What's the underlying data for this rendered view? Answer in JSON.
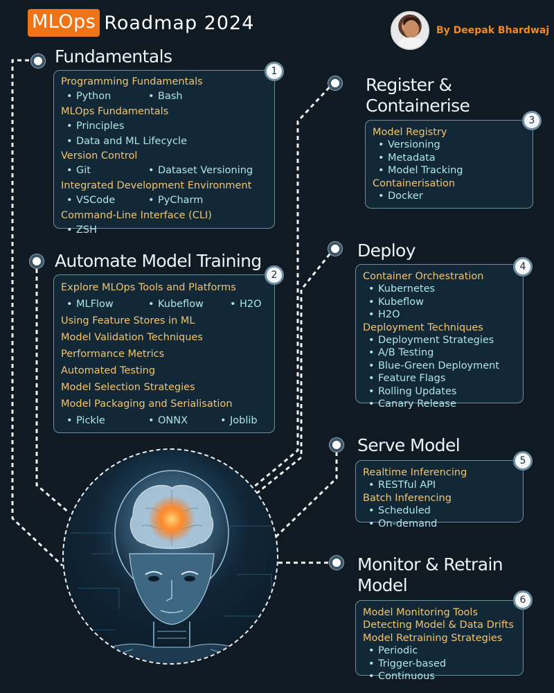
{
  "header": {
    "badge": "MLOps",
    "title_rest": "Roadmap 2024",
    "author": "By Deepak Bhardwaj"
  },
  "colors": {
    "background": "#0f1a22",
    "badge": "#ee7417",
    "category_text": "#f1c470",
    "item_text": "#aee4ef",
    "card_border": "#6f8fa0"
  },
  "sections": {
    "fundamentals": {
      "heading": "Fundamentals",
      "number": "1",
      "programming": "Programming Fundamentals",
      "python": "Python",
      "bash": "Bash",
      "mlops": "MLOps Fundamentals",
      "principles": "Principles",
      "lifecycle": "Data and ML Lifecycle",
      "vc": "Version Control",
      "git": "Git",
      "dataset_versioning": "Dataset Versioning",
      "ide": "Integrated Development Environment",
      "vscode": "VSCode",
      "pycharm": "PyCharm",
      "cli": "Command-Line Interface (CLI)",
      "zsh": "ZSH"
    },
    "automate": {
      "heading": "Automate Model Training",
      "number": "2",
      "explore": "Explore MLOps Tools and Platforms",
      "mlflow": "MLFlow",
      "kubeflow": "Kubeflow",
      "h2o": "H2O",
      "feature_stores": "Using Feature Stores in ML",
      "validation": "Model Validation Techniques",
      "metrics": "Performance Metrics",
      "testing": "Automated Testing",
      "selection": "Model Selection Strategies",
      "packaging": "Model Packaging and Serialisation",
      "pickle": "Pickle",
      "onnx": "ONNX",
      "joblib": "Joblib"
    },
    "register": {
      "heading_line1": "Register &",
      "heading_line2": "Containerise",
      "number": "3",
      "registry": "Model Registry",
      "versioning": "Versioning",
      "metadata": "Metadata",
      "tracking": "Model Tracking",
      "containerisation": "Containerisation",
      "docker": "Docker"
    },
    "deploy": {
      "heading": "Deploy",
      "number": "4",
      "orchestration": "Container Orchestration",
      "kubernetes": "Kubernetes",
      "kubeflow": "Kubeflow",
      "h2o": "H2O",
      "techniques": "Deployment Techniques",
      "strategies": "Deployment Strategies",
      "ab": "A/B Testing",
      "bluegreen": "Blue-Green Deployment",
      "flags": "Feature Flags",
      "rolling": "Rolling Updates",
      "canary": "Canary Release"
    },
    "serve": {
      "heading": "Serve Model",
      "number": "5",
      "realtime": "Realtime Inferencing",
      "restful": "RESTful API",
      "batch": "Batch Inferencing",
      "scheduled": "Scheduled",
      "ondemand": "On-demand"
    },
    "monitor": {
      "heading_line1": "Monitor & Retrain",
      "heading_line2": "Model",
      "number": "6",
      "tools": "Model Monitoring Tools",
      "drifts": "Detecting Model & Data Drifts",
      "retraining": "Model Retraining Strategies",
      "periodic": "Periodic",
      "trigger": "Trigger-based",
      "continuous": "Continuous"
    }
  }
}
